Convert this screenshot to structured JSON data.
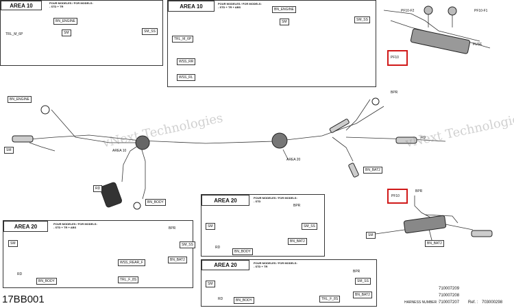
{
  "areas": {
    "a10_left": {
      "title": "AREA 10",
      "note": "POUR MODELES / FOR MODELS:\n- STD + TR",
      "labels": {
        "bn_engine": "BN_ENGINE",
        "sm": "SM",
        "sm_ss": "SM_SS",
        "trl_m_6p": "TRL_M_6P"
      }
    },
    "a10_right": {
      "title": "AREA 10",
      "note": "POUR MODELES / FOR MODELS:\n- STD + TR + ABS",
      "labels": {
        "bn_engine": "BN_ENGINE",
        "sm": "SM",
        "sm_ss": "SM_SS",
        "trl_m_6p": "TRL_M_6P",
        "wss_rr": "WSS_RR",
        "wss_rl": "WSS_RL"
      }
    },
    "a20_bottom_left": {
      "title": "AREA 20",
      "note": "POUR MODELES / FOR MODELS:\n- STD + TR + ABS",
      "labels": {
        "bpr": "BPR",
        "sm": "SM",
        "sm_ss": "SM_SS",
        "bn_bat2": "BN_BAT2",
        "wss_rear_f": "WSS_REAR_F",
        "trl_f_8s": "TRL_F_8S",
        "rd": "RD",
        "bn_body": "BN_BODY"
      }
    },
    "a20_mid_top": {
      "title": "AREA 20",
      "note": "POUR MODELES / FOR MODELS:\n- STD",
      "labels": {
        "bpr": "BPR",
        "sm": "SM",
        "sm_ss": "SM_SS",
        "bn_bat2": "BN_BAT2",
        "rd": "RD",
        "bn_body": "BN_BODY"
      }
    },
    "a20_mid_bottom": {
      "title": "AREA 20",
      "note": "POUR MODELES / FOR MODELS:\n- STD + TR",
      "labels": {
        "bpr": "BPR",
        "sm": "SM",
        "sm_ss": "SM_SS",
        "bn_bat2": "BN_BAT2",
        "rd": "RD",
        "bn_body": "BN_BODY",
        "trl_f_8s": "TRL_F_8S"
      }
    }
  },
  "main": {
    "bn_engine": "BN_ENGINE",
    "sm": "SM",
    "area10": "AREA 10",
    "area20": "AREA 20",
    "rd": "RD",
    "bn_body": "BN_BODY",
    "bpr": "BPR",
    "bn_bat2": "BN_BAT2",
    "rd_right": "RD"
  },
  "fuse_top": {
    "pf10_f2": "PF10-F2",
    "pf10_f1": "PF10-F1",
    "pf10": "PF10",
    "fuse": "FUSE"
  },
  "fuse_bottom": {
    "pf10": "PF10",
    "bpr": "BPR",
    "sm": "SM",
    "bn_bat2": "BN_BAT2"
  },
  "watermark": "vNext\nTechnologies",
  "footer": {
    "code": "17BB001",
    "numbers": [
      "710007209",
      "710007208",
      "710007207"
    ],
    "harness_label": "HARNESS NUMBER :",
    "ref_label": "Ref. :",
    "ref_value": "703000298"
  }
}
